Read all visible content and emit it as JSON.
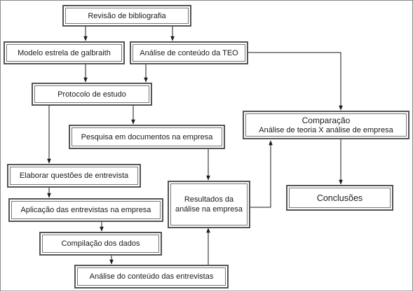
{
  "diagram": {
    "nodes": {
      "revisao": [
        "Revisão de bibliografia"
      ],
      "modelo": [
        "Modelo estrela de galbraith"
      ],
      "analise_teo": [
        "Análise de conteúdo da TEO"
      ],
      "protocolo": [
        "Protocolo de estudo"
      ],
      "comparacao": [
        "Comparação",
        "Análise de teoria X análise de empresa"
      ],
      "pesquisa": [
        "Pesquisa em documentos na empresa"
      ],
      "elaborar": [
        "Elaborar questões de entrevista"
      ],
      "resultados": [
        "Resultados da",
        "análise na empresa"
      ],
      "conclusoes": [
        "Conclusões"
      ],
      "aplicacao": [
        "Aplicação das entrevistas na empresa"
      ],
      "compilacao": [
        "Compilação dos dados"
      ],
      "analise_entrevistas": [
        "Análise do conteúdo das entrevistas"
      ]
    },
    "edges": [
      [
        "revisao",
        "modelo"
      ],
      [
        "revisao",
        "analise_teo"
      ],
      [
        "modelo",
        "protocolo"
      ],
      [
        "analise_teo",
        "protocolo"
      ],
      [
        "analise_teo",
        "comparacao"
      ],
      [
        "protocolo",
        "pesquisa"
      ],
      [
        "protocolo",
        "elaborar"
      ],
      [
        "pesquisa",
        "resultados"
      ],
      [
        "elaborar",
        "aplicacao"
      ],
      [
        "aplicacao",
        "compilacao"
      ],
      [
        "compilacao",
        "analise_entrevistas"
      ],
      [
        "analise_entrevistas",
        "resultados"
      ],
      [
        "resultados",
        "comparacao"
      ],
      [
        "comparacao",
        "conclusoes"
      ]
    ],
    "colors": {
      "line": "#1a1a1a",
      "border": "#555555",
      "text": "#1a1a1a"
    }
  }
}
